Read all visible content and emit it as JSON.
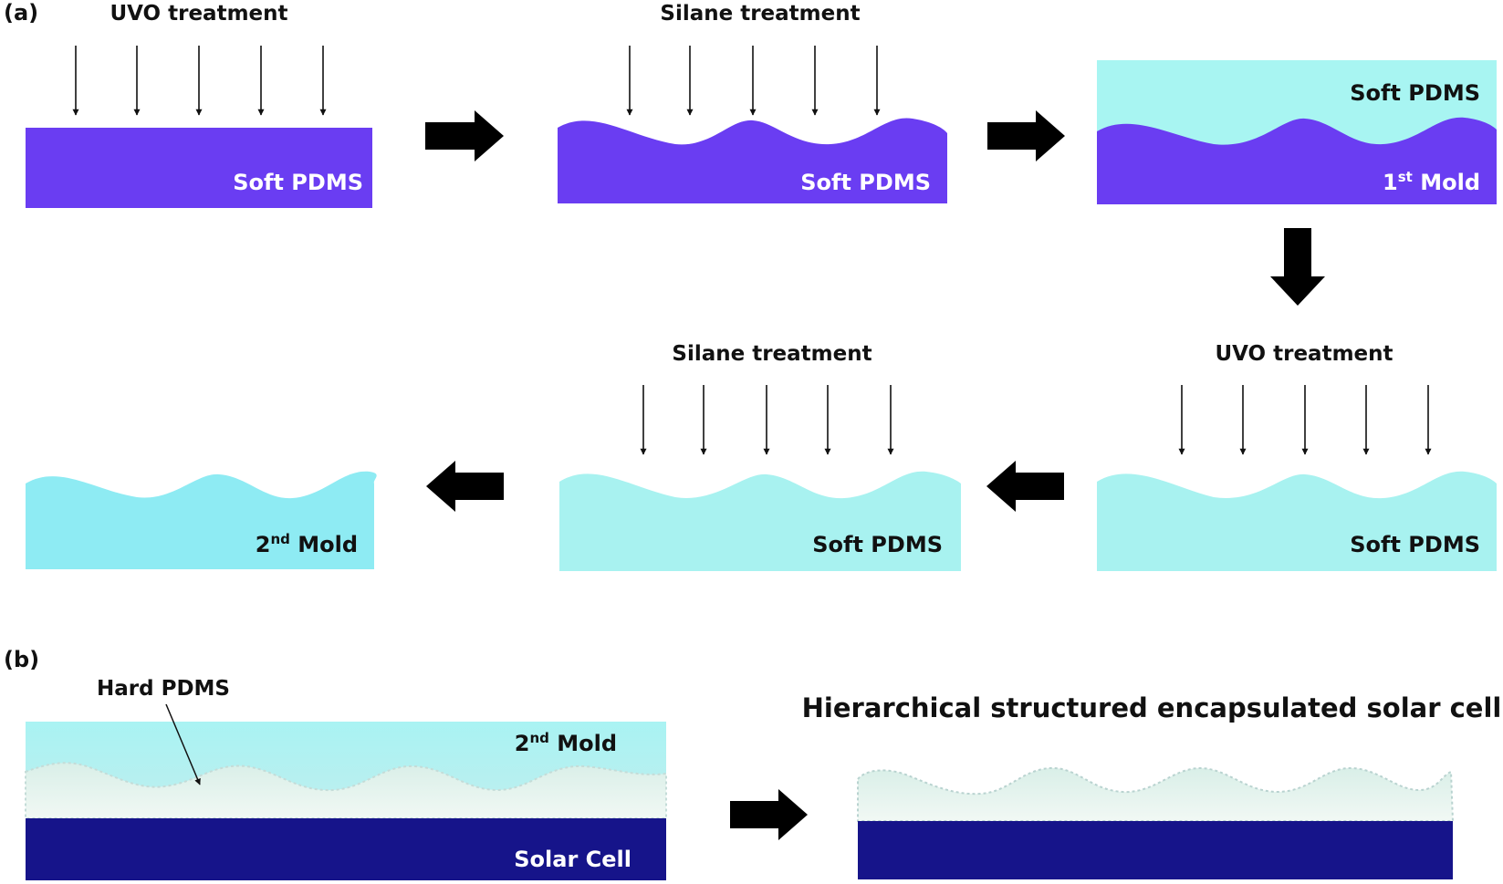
{
  "panel_a": {
    "label": "(a)",
    "step1": {
      "treatment": "UVO treatment",
      "block_label": "Soft PDMS"
    },
    "step2": {
      "treatment": "Silane treatment",
      "block_label": "Soft PDMS"
    },
    "step3": {
      "top_label": "Soft PDMS",
      "bottom_label": "Mold",
      "bottom_sup": "st",
      "bottom_num": "1"
    },
    "step4": {
      "treatment": "UVO treatment",
      "block_label": "Soft PDMS"
    },
    "step5": {
      "treatment": "Silane treatment",
      "block_label": "Soft PDMS"
    },
    "step6": {
      "label": "Mold",
      "label_sup": "nd",
      "label_num": "2"
    }
  },
  "panel_b": {
    "label": "(b)",
    "hard_pdms_label": "Hard PDMS",
    "mold_label": "Mold",
    "mold_sup": "nd",
    "mold_num": "2",
    "cell_label": "Solar Cell",
    "result_title": "Hierarchical structured encapsulated solar cell"
  },
  "colors": {
    "purple": "#6a3df2",
    "light_cyan": "#a8f2f2",
    "mid_cyan": "#8eebf3",
    "navy": "#16148a",
    "hard_pdms": "#e6f4f0"
  }
}
